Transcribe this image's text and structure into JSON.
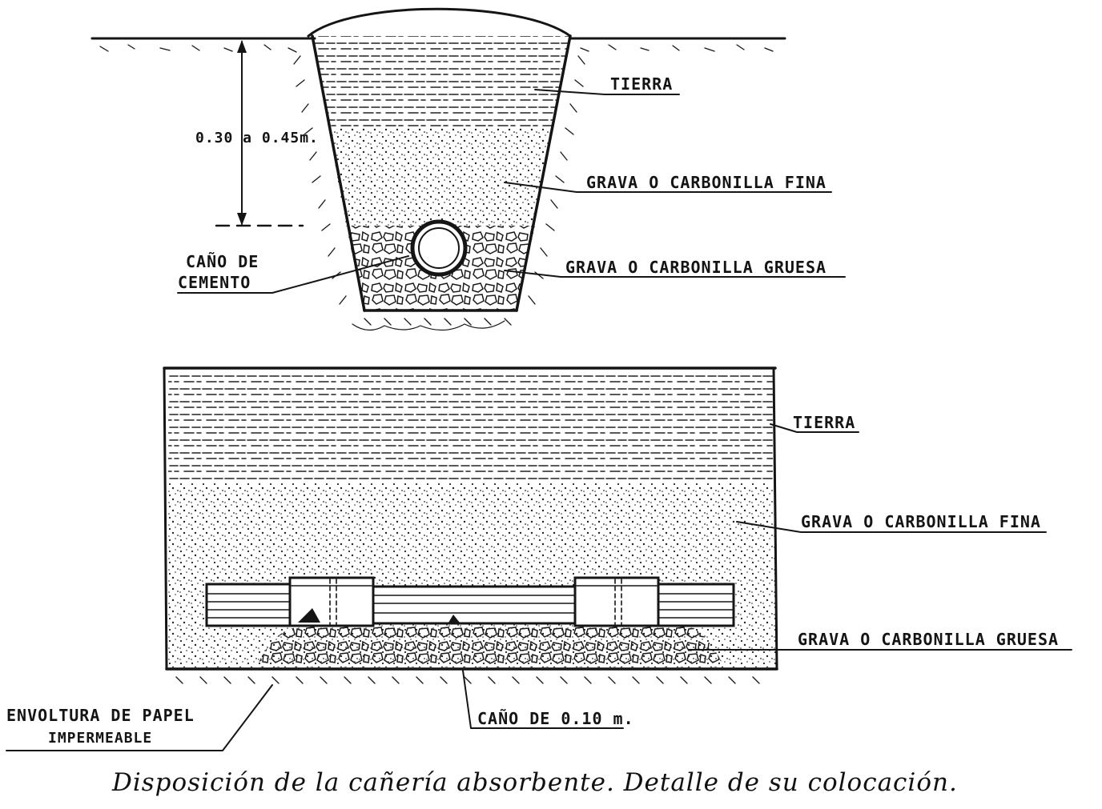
{
  "cross_section": {
    "depth_label": "0.30 a 0.45m.",
    "labels": {
      "tierra": "TIERRA",
      "grava_fina": "GRAVA O CARBONILLA FINA",
      "grava_gruesa": "GRAVA O CARBONILLA GRUESA",
      "cano_line1": "CAÑO DE",
      "cano_line2": "CEMENTO"
    }
  },
  "longitudinal_section": {
    "labels": {
      "tierra": "TIERRA",
      "grava_fina": "GRAVA O CARBONILLA FINA",
      "grava_gruesa": "GRAVA O CARBONILLA GRUESA",
      "cano": "CAÑO DE 0.10 m.",
      "envoltura_line1": "ENVOLTURA DE PAPEL",
      "envoltura_line2": "IMPERMEABLE"
    }
  },
  "caption": "Disposición de la cañería absorbente. Detalle de su colocación.",
  "colors": {
    "ink": "#151515",
    "paper": "#ffffff"
  }
}
